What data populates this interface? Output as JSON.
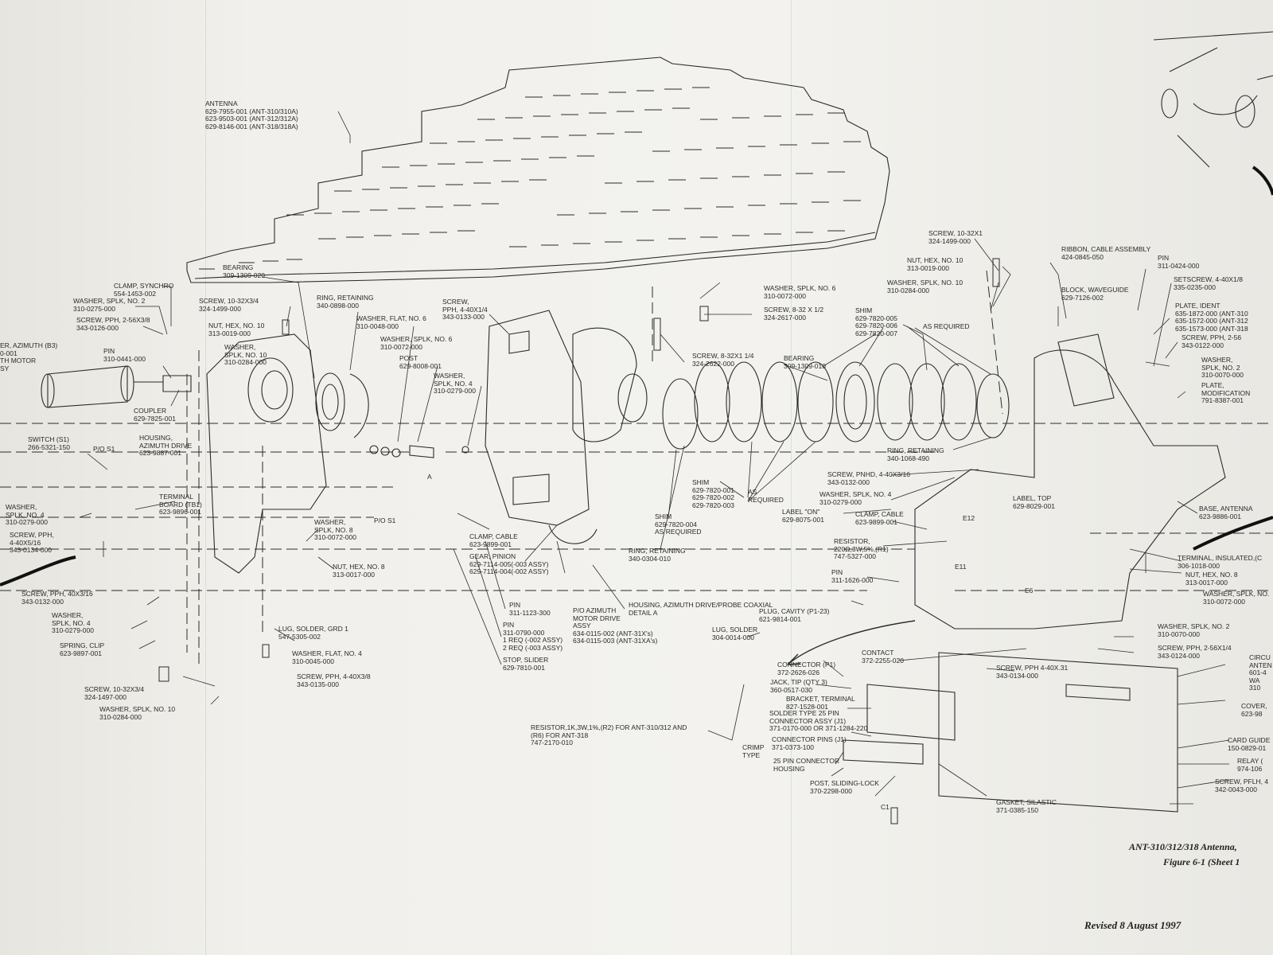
{
  "header_stamp": "",
  "labels": {
    "antenna": [
      "ANTENNA",
      "629-7955-001 (ANT-310/310A)",
      "623-9503-001 (ANT-312/312A)",
      "629-8146-001 (ANT-318/318A)"
    ],
    "clamp_synchro": [
      "CLAMP, SYNCHRO",
      "554-1453-002"
    ],
    "washer_no2_left": [
      "WASHER, SPLK, NO. 2",
      "310-0275-000"
    ],
    "screw_2_56": [
      "SCREW, PPH, 2-56X3/8",
      "343-0126-000"
    ],
    "motor_azimuth": [
      "ER, AZIMUTH (B3)",
      "0-001",
      "TH MOTOR",
      "SY"
    ],
    "pin_0441": [
      "PIN",
      "310-0441-000"
    ],
    "coupler": [
      "COUPLER",
      "629-7825-001"
    ],
    "bearing_020": [
      "BEARING",
      "309-1309-020"
    ],
    "screw_10_32_34_top": [
      "SCREW, 10-32X3/4",
      "324-1499-000"
    ],
    "nut_hex_10_left": [
      "NUT, HEX, NO. 10",
      "313-0019-000"
    ],
    "washer_splk_10_left": [
      "WASHER,",
      "SPLK, NO. 10",
      "310-0284-000"
    ],
    "ring_retaining_0898": [
      "RING, RETAINING",
      "340-0898-000"
    ],
    "washer_flat_6": [
      "WASHER, FLAT, NO. 6",
      "310-0048-000"
    ],
    "washer_splk_6_mid": [
      "WASHER, SPLK, NO. 6",
      "310-0072-000"
    ],
    "post_8008": [
      "POST",
      "629-8008-001"
    ],
    "screw_4_40_14": [
      "SCREW,",
      "PPH, 4-40X1/4",
      "343-0133-000"
    ],
    "washer_splk_4_mid": [
      "WASHER,",
      "SPLK, NO. 4",
      "310-0279-000"
    ],
    "switch_s1": [
      "SWITCH (S1)",
      "266-5321-150"
    ],
    "po_s1_a": [
      "P/O S1"
    ],
    "housing_azimuth_drive": [
      "HOUSING,",
      "AZIMUTH DRIVE",
      "623-9887-001"
    ],
    "terminal_board": [
      "TERMINAL",
      "BOARD (TB1)",
      "623-9896-001"
    ],
    "washer_splk_4_left": [
      "WASHER,",
      "SPLK, NO. 4",
      "310-0279-000"
    ],
    "screw_4_40_516": [
      "SCREW, PPH,",
      "4-40X5/16",
      "343-0134-000"
    ],
    "washer_splk_8_mid": [
      "WASHER,",
      "SPLK, NO. 8",
      "310-0072-000"
    ],
    "po_s1_b": [
      "P/O S1"
    ],
    "nut_hex_8_mid": [
      "NUT, HEX, NO. 8",
      "313-0017-000"
    ],
    "screw_40x3_16": [
      "SCREW, PPH, 40X3/16",
      "343-0132-000"
    ],
    "washer_splk_4_low": [
      "WASHER,",
      "SPLK, NO. 4",
      "310-0279-000"
    ],
    "spring_clip": [
      "SPRING, CLIP",
      "623-9897-001"
    ],
    "lug_solder_grd": [
      "LUG, SOLDER, GRD 1",
      "547-5305-002"
    ],
    "washer_flat_4": [
      "WASHER, FLAT, NO. 4",
      "310-0045-000"
    ],
    "screw_4_40_38": [
      "SCREW, PPH, 4-40X3/8",
      "343-0135-000"
    ],
    "screw_10_32_34_low": [
      "SCREW, 10-32X3/4",
      "324-1497-000"
    ],
    "washer_splk_10_low": [
      "WASHER, SPLK, NO. 10",
      "310-0284-000"
    ],
    "clamp_cable_mid": [
      "CLAMP, CABLE",
      "623-9899-001"
    ],
    "gear_pinion": [
      "GEAR, PINION",
      "629-7114-005(-003 ASSY)",
      "629-7114-004(-002 ASSY)"
    ],
    "pin_1123": [
      "PIN",
      "311-1123-300"
    ],
    "pin_0790": [
      "PIN",
      "311-0790-000",
      "1 REQ (-002 ASSY)",
      "2 REQ (-003 ASSY)"
    ],
    "stop_slider": [
      "STOP, SLIDER",
      "629-7810-001"
    ],
    "po_azimuth_motor": [
      "P/O AZIMUTH",
      "MOTOR DRIVE",
      "ASSY",
      "634-0115-002 (ANT-31X's)",
      "634-0115-003 (ANT-31XA's)"
    ],
    "housing_coaxial": [
      "HOUSING, AZIMUTH DRIVE/PROBE COAXIAL",
      "DETAIL A"
    ],
    "washer_splk_6_right": [
      "WASHER, SPLK, NO. 6",
      "310-0072-000"
    ],
    "screw_8_32_12": [
      "SCREW, 8-32 X 1/2",
      "324-2617-000"
    ],
    "screw_8_32_114": [
      "SCREW, 8-32X1 1/4",
      "324-2622-000"
    ],
    "bearing_010": [
      "BEARING",
      "309-1309-010"
    ],
    "shim_top": [
      "SHIM",
      "629-7820-005",
      "629-7820-006",
      "629-7820-007"
    ],
    "as_required_a": [
      "AS REQUIRED"
    ],
    "shim_mid": [
      "SHIM",
      "629-7820-001",
      "629-7820-002",
      "629-7820-003"
    ],
    "as_required_b": [
      "AS",
      "REQUIRED"
    ],
    "shim_004": [
      "SHIM",
      "629-7820-004",
      "AS REQUIRED"
    ],
    "ring_retaining_0304": [
      "RING, RETAINING",
      "340-0304-010"
    ],
    "screw_10_32x1": [
      "SCREW, 10-32X1",
      "324-1499-000"
    ],
    "nut_hex_10_right": [
      "NUT, HEX, NO. 10",
      "313-0019-000"
    ],
    "washer_splk_10_right": [
      "WASHER, SPLK, NO. 10",
      "310-0284-000"
    ],
    "ribbon_cable": [
      "RIBBON, CABLE ASSEMBLY",
      "424-0845-050"
    ],
    "block_waveguide": [
      "BLOCK, WAVEGUIDE",
      "629-7126-002"
    ],
    "pin_0424": [
      "PIN",
      "311-0424-000"
    ],
    "setscrew": [
      "SETSCREW, 4-40X1/8",
      "335-0235-000"
    ],
    "plate_ident": [
      "PLATE, IDENT",
      "635-1872-000 (ANT-310",
      "635-1572-000 (ANT-312",
      "635-1573-000 (ANT-318"
    ],
    "screw_pph_256_right": [
      "SCREW, PPH, 2-56",
      "343-0122-000"
    ],
    "washer_no2_right": [
      "WASHER,",
      "SPLK, NO. 2",
      "310-0070-000"
    ],
    "plate_modification": [
      "PLATE,",
      "MODIFICATION",
      "791-8387-001"
    ],
    "ring_retaining_1068": [
      "RING, RETAINING",
      "340-1068-490"
    ],
    "screw_pnhd": [
      "SCREW, PNHD, 4-40X3/16",
      "343-0132-000"
    ],
    "washer_splk_4_right": [
      "WASHER, SPLK, NO. 4",
      "310-0279-000"
    ],
    "label_top": [
      "LABEL, TOP",
      "629-8029-001"
    ],
    "label_on": [
      "LABEL \"ON\"",
      "629-8075-001"
    ],
    "clamp_cable_right": [
      "CLAMP, CABLE",
      "623-9899-001"
    ],
    "e12": [
      "E12"
    ],
    "resistor_r1": [
      "RESISTOR,",
      "220Ω,3W,5%,(R1)",
      "747-5327-000"
    ],
    "e11": [
      "E11"
    ],
    "e6": [
      "E6"
    ],
    "pin_1626": [
      "PIN",
      "311-1626-000"
    ],
    "base_antenna": [
      "BASE, ANTENNA",
      "623-9886-001"
    ],
    "terminal_insulated": [
      "TERMINAL, INSULATED,(C",
      "306-1018-000"
    ],
    "nut_hex_8_right": [
      "NUT, HEX, NO. 8",
      "313-0017-000"
    ],
    "washer_splk_no_right": [
      "WASHER, SPLK, NO.",
      "310-0072-000"
    ],
    "plug_cavity": [
      "PLUG, CAVITY (P1-23)",
      "621-9814-001"
    ],
    "lug_solder": [
      "LUG, SOLDER",
      "304-0014-000"
    ],
    "contact": [
      "CONTACT",
      "372-2255-020"
    ],
    "washer_no2_low": [
      "WASHER, SPLK, NO. 2",
      "310-0070-000"
    ],
    "screw_256x14": [
      "SCREW, PPH, 2-56X1/4",
      "343-0124-000"
    ],
    "connector_p1": [
      "CONNECTOR (P1)",
      "372-2626-026"
    ],
    "jack_tip": [
      "JACK, TIP (QTY 3)",
      "360-0517-030"
    ],
    "screw_pph_440x31": [
      "SCREW, PPH 4-40X.31",
      "343-0134-000"
    ],
    "circuit": [
      "CIRCU",
      "ANTEN",
      "601-4",
      "WA",
      "310"
    ],
    "bracket_terminal": [
      "BRACKET, TERMINAL",
      "827-1528-001"
    ],
    "solder_type": [
      "SOLDER TYPE 25 PIN",
      "CONNECTOR ASSY (J1)",
      "371-0170-000 OR 371-1284-220"
    ],
    "cover": [
      "COVER,",
      "623-98"
    ],
    "connector_pins": [
      "CONNECTOR PINS (J1)",
      "371-0373-100"
    ],
    "crimp_type": [
      "CRIMP",
      "TYPE"
    ],
    "pin_connector_housing": [
      "25 PIN CONNECTOR",
      "HOUSING"
    ],
    "resistor_r2": [
      "RESISTOR,1K,3W,1%,(R2) FOR ANT-310/312 AND",
      "(R6) FOR ANT-318",
      "747-2170-010"
    ],
    "card_guide": [
      "CARD GUIDE",
      "150-0829-01"
    ],
    "relay": [
      "RELAY (",
      "974-106"
    ],
    "post_sliding": [
      "POST, SLIDING-LOCK",
      "370-2298-000"
    ],
    "c1": [
      "C1"
    ],
    "gasket": [
      "GASKET, SILASTIC",
      "371-0385-150"
    ],
    "screw_pflh": [
      "SCREW, PFLH, 4",
      "342-0043-000"
    ],
    "detail_a_tag": [
      "A"
    ]
  },
  "caption": {
    "title_line": "ANT-310/312/318 Antenna,",
    "figure_line": "Figure 6-1 (Sheet 1",
    "revised": "Revised 8 August 1997"
  }
}
